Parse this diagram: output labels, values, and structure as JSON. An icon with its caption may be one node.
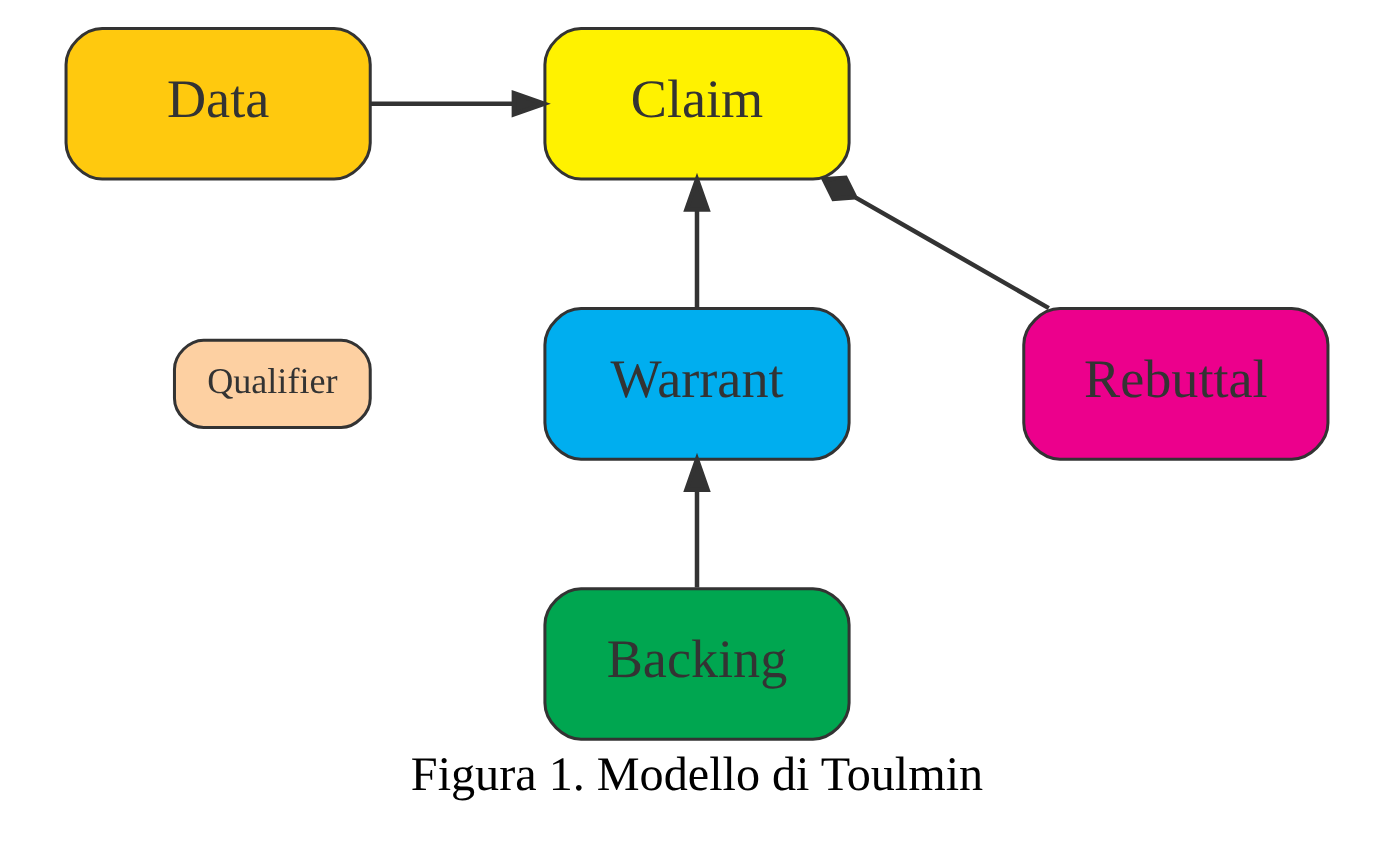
{
  "diagram": {
    "caption": "Figura 1. Modello di Toulmin",
    "nodes": [
      {
        "text": [
          "Data"
        ]
      },
      {
        "text": [
          "Qualifier"
        ]
      },
      {
        "text": [
          "Claim"
        ]
      },
      {
        "text": [
          "Warrant"
        ]
      },
      {
        "text": [
          "Rebuttal"
        ]
      },
      {
        "text": [
          "Backing"
        ]
      }
    ],
    "edges": [
      {
        "from": 0,
        "to": 2,
        "arrow": "to"
      },
      {
        "from": 3,
        "to": 2,
        "arrow": "to"
      },
      {
        "from": 5,
        "to": 3,
        "arrow": "to"
      },
      {
        "from": 4,
        "to": 2,
        "arrow": "other"
      }
    ]
  }
}
